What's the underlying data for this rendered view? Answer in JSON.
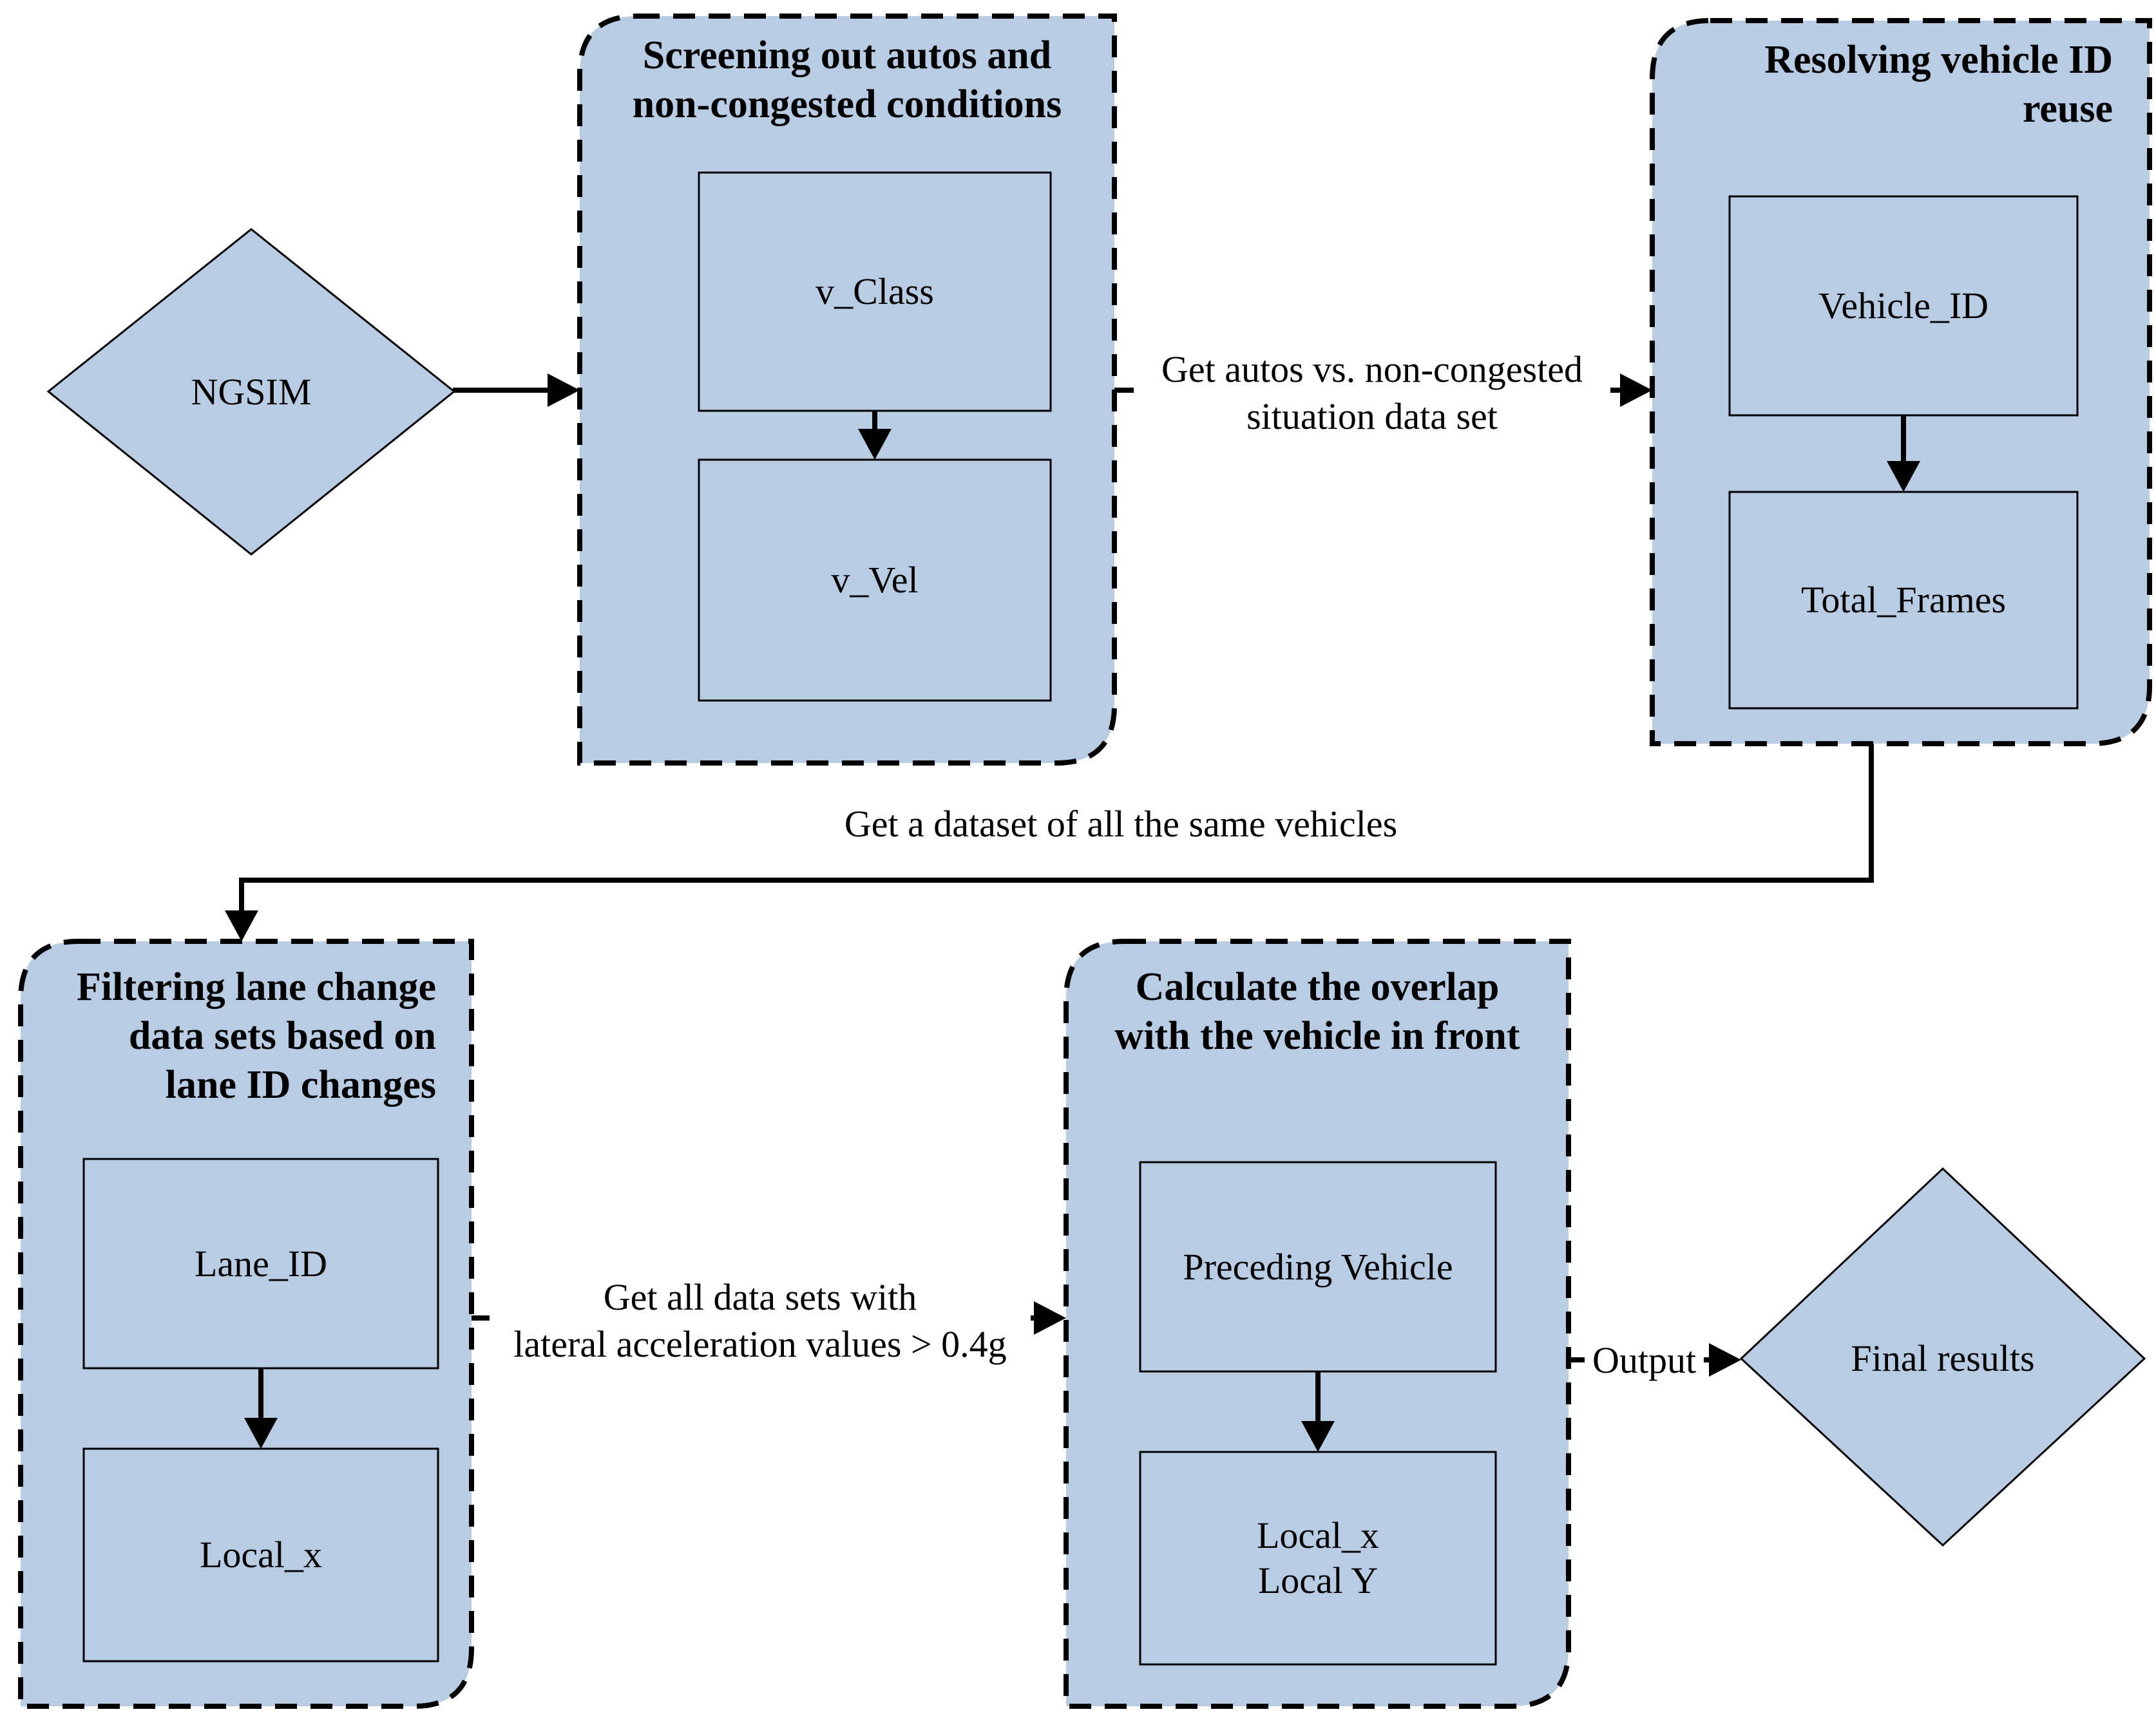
{
  "colors": {
    "background": "#ffffff",
    "node_fill": "#b8cce4",
    "border": "#000000"
  },
  "nodes": {
    "start": {
      "label": "NGSIM"
    },
    "screening": {
      "title_lines": [
        "Screening out autos and",
        "non-congested conditions"
      ],
      "box1": "v_Class",
      "box2": "v_Vel"
    },
    "resolving": {
      "title_lines": [
        "Resolving vehicle ID",
        "reuse"
      ],
      "box1": "Vehicle_ID",
      "box2": "Total_Frames"
    },
    "filtering": {
      "title_lines": [
        "Filtering lane change",
        "data sets based on",
        "lane ID changes"
      ],
      "box1": "Lane_ID",
      "box2": "Local_x"
    },
    "overlap": {
      "title_lines": [
        "Calculate the overlap",
        "with the vehicle in front"
      ],
      "box1": "Preceding Vehicle",
      "box2_lines": [
        "Local_x",
        "Local Y"
      ]
    },
    "final": {
      "label": "Final results"
    }
  },
  "edge_labels": {
    "autos_line1": "Get autos vs. non-congested",
    "autos_line2": "situation data set",
    "same_vehicles": "Get a dataset of all the same vehicles",
    "lateral_line1": "Get all data sets with",
    "lateral_line2": "lateral acceleration values > 0.4g",
    "output": "Output"
  }
}
